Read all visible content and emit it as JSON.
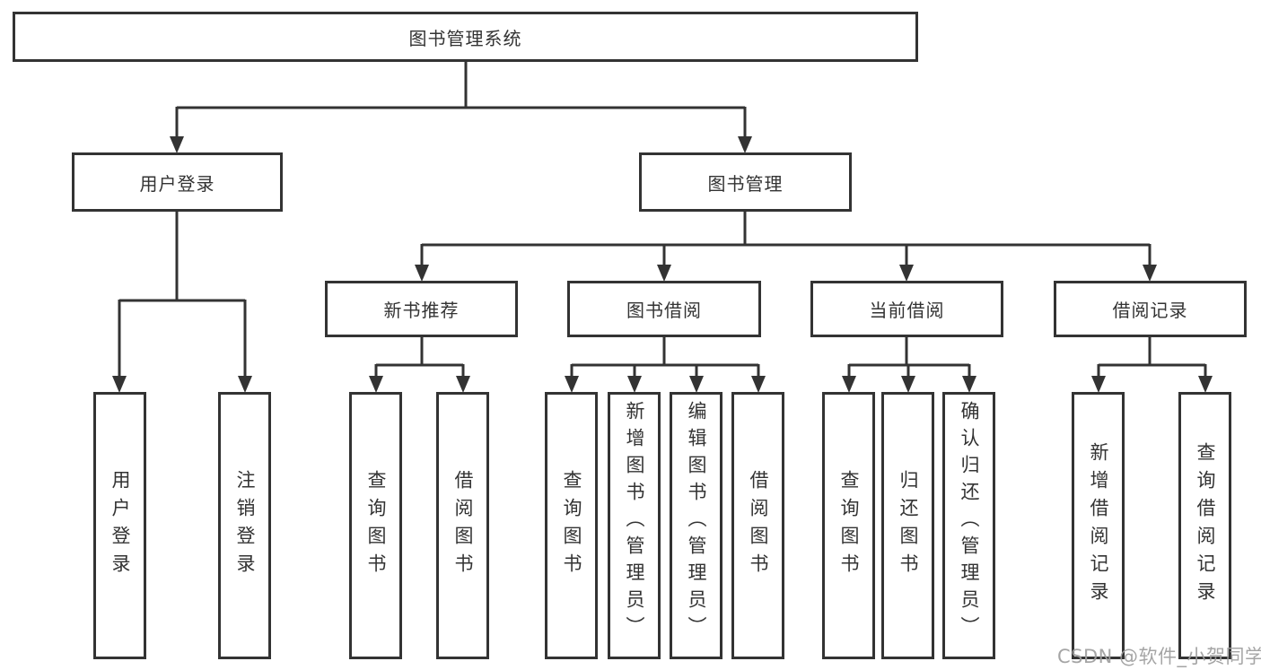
{
  "nodes": {
    "root": {
      "label": "图书管理系统"
    },
    "user_login": {
      "label": "用户登录"
    },
    "book_mgmt": {
      "label": "图书管理"
    },
    "new_book_rec": {
      "label": "新书推荐"
    },
    "book_borrow": {
      "label": "图书借阅"
    },
    "current_borrow": {
      "label": "当前借阅"
    },
    "borrow_record": {
      "label": "借阅记录"
    },
    "leaves": {
      "user_login_1": "用户登录",
      "user_login_2": "注销登录",
      "new_book_1": "查询图书",
      "new_book_2": "借阅图书",
      "borrow_1": "查询图书",
      "borrow_2": "新增图书（管理员）",
      "borrow_3": "编辑图书（管理员）",
      "borrow_4": "借阅图书",
      "current_1": "查询图书",
      "current_2": "归还图书",
      "current_3": "确认归还（管理员）",
      "record_1": "新增借阅记录",
      "record_2": "查询借阅记录"
    }
  },
  "watermark": {
    "text": "CSDN @软件_小贺同学"
  },
  "colors": {
    "line": "#333333",
    "text": "#333333",
    "watermark": "#9e9e9e",
    "background": "#ffffff"
  }
}
